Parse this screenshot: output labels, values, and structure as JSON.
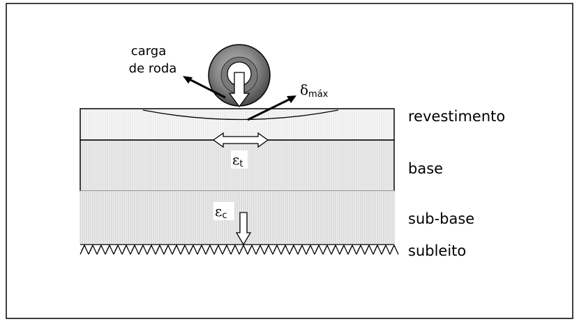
{
  "layers": [
    {
      "label": "revestimento"
    },
    {
      "label": "base"
    },
    {
      "label": "sub-base"
    },
    {
      "label": "subleito"
    }
  ],
  "load": {
    "label_line1": "carga",
    "label_line2": "de roda"
  },
  "deflection": {
    "symbol": "δ",
    "subscript": "máx"
  },
  "strain_tension": {
    "symbol": "ε",
    "subscript": "t"
  },
  "strain_compression": {
    "symbol": "ε",
    "subscript": "c"
  },
  "colors": {
    "frame": "#000000",
    "revestimento_fill": "#f7f7f7",
    "base_fill": "#e6e6e6",
    "subbase_fill": "#ebebeb",
    "wheel_outer": "#555555",
    "wheel_ring": "#9a9a9a",
    "wheel_hub": "#ffffff"
  }
}
